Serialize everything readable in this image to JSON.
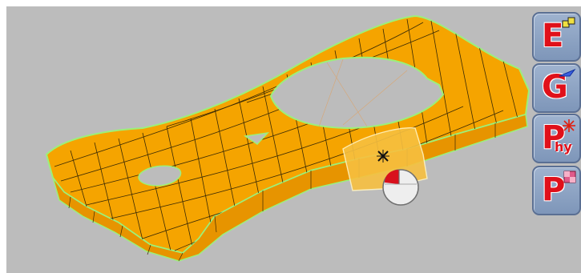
{
  "toolbar": {
    "buttons": [
      {
        "id": "elements",
        "letter": "E",
        "sub": "",
        "icon": "element-grid-icon"
      },
      {
        "id": "geometry",
        "letter": "G",
        "sub": "",
        "icon": "geometry-surface-icon"
      },
      {
        "id": "physics",
        "letter": "P",
        "sub": "hy",
        "icon": "physics-burst-icon"
      },
      {
        "id": "properties",
        "letter": "P",
        "sub": "",
        "icon": "property-checker-icon"
      }
    ]
  },
  "viewport": {
    "background": "#bcbcbc",
    "mesh_fill": "#f5a400",
    "mesh_edge": "#3a2a05",
    "boundary_edge": "#9cf07a",
    "cursor_icon": "move-cross-cursor-icon",
    "mouse_icon": "mouse-left-click-icon"
  }
}
